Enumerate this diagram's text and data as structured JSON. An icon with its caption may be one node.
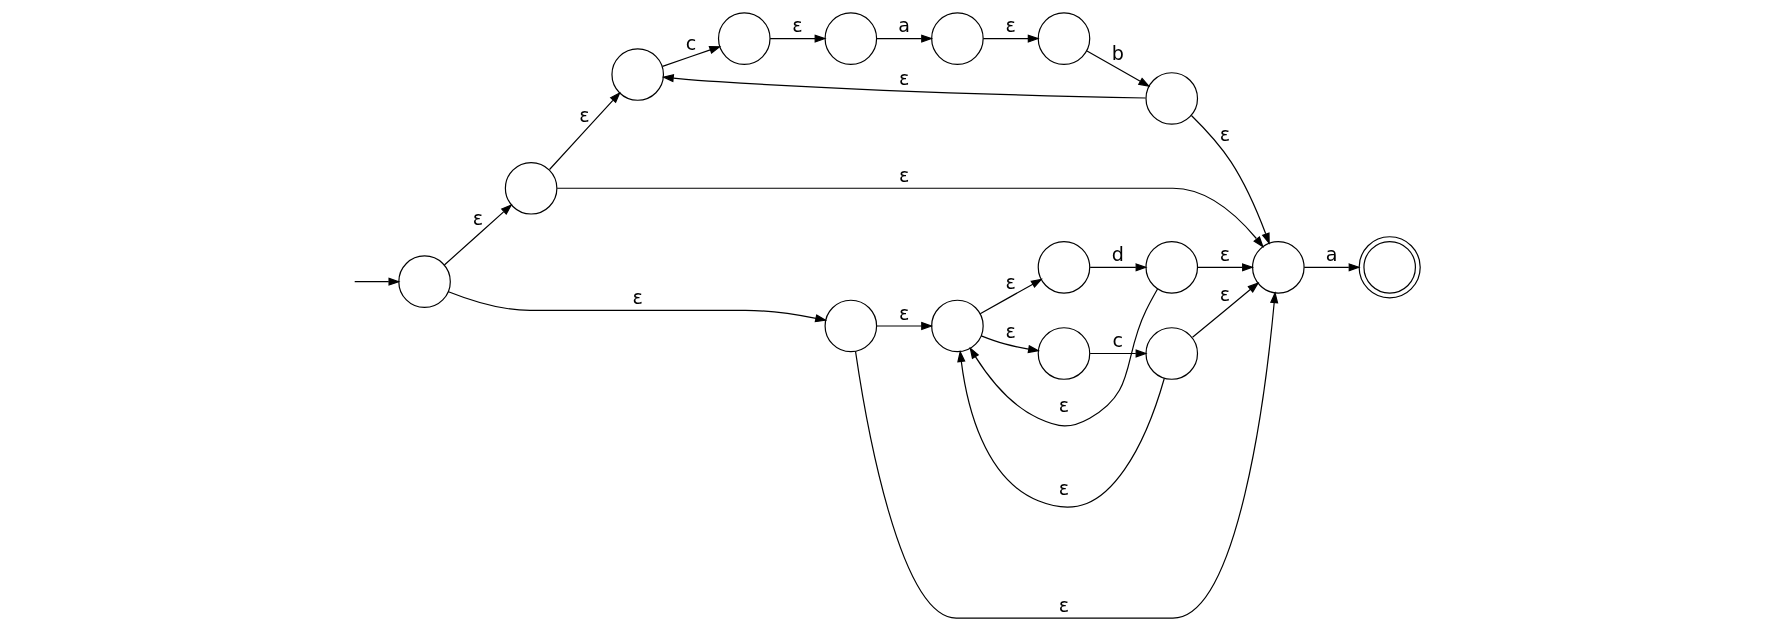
{
  "diagram": {
    "nodes": [
      {
        "text": [],
        "shape": "circle"
      },
      {
        "text": [],
        "shape": "circle"
      },
      {
        "text": [],
        "shape": "circle"
      },
      {
        "text": [],
        "shape": "circle"
      },
      {
        "text": [],
        "shape": "circle"
      },
      {
        "text": [],
        "shape": "circle"
      },
      {
        "text": [],
        "shape": "circle"
      },
      {
        "text": [],
        "shape": "circle"
      },
      {
        "text": [],
        "shape": "circle"
      },
      {
        "text": [],
        "shape": "circle"
      },
      {
        "text": [],
        "shape": "circle"
      },
      {
        "text": [],
        "shape": "circle"
      },
      {
        "text": [],
        "shape": "circle"
      },
      {
        "text": [],
        "shape": "circle"
      },
      {
        "text": [],
        "shape": "circle"
      },
      {
        "text": [],
        "shape": "doublecircle"
      }
    ],
    "edges": [
      {
        "from": null,
        "to": 0,
        "arrow": "to"
      },
      {
        "from": 0,
        "to": 1,
        "arrow": "to",
        "label": "ε"
      },
      {
        "from": 0,
        "to": 8,
        "arrow": "to",
        "label": "ε"
      },
      {
        "from": 1,
        "to": 2,
        "arrow": "to",
        "label": "ε"
      },
      {
        "from": 2,
        "to": 3,
        "arrow": "to",
        "label": "c"
      },
      {
        "from": 3,
        "to": 4,
        "arrow": "to",
        "label": "ε"
      },
      {
        "from": 4,
        "to": 5,
        "arrow": "to",
        "label": "a"
      },
      {
        "from": 5,
        "to": 6,
        "arrow": "to",
        "label": "ε"
      },
      {
        "from": 6,
        "to": 7,
        "arrow": "to",
        "label": "b"
      },
      {
        "from": 7,
        "to": 2,
        "arrow": "to",
        "label": "ε"
      },
      {
        "from": 1,
        "to": 14,
        "arrow": "to",
        "label": "ε"
      },
      {
        "from": 7,
        "to": 14,
        "arrow": "to",
        "label": "ε"
      },
      {
        "from": 8,
        "to": 9,
        "arrow": "to",
        "label": "ε"
      },
      {
        "from": 9,
        "to": 10,
        "arrow": "to",
        "label": "ε"
      },
      {
        "from": 10,
        "to": 11,
        "arrow": "to",
        "label": "d"
      },
      {
        "from": 11,
        "to": 9,
        "arrow": "to",
        "label": "ε"
      },
      {
        "from": 9,
        "to": 12,
        "arrow": "to",
        "label": "ε"
      },
      {
        "from": 12,
        "to": 13,
        "arrow": "to",
        "label": "c"
      },
      {
        "from": 13,
        "to": 9,
        "arrow": "to",
        "label": "ε"
      },
      {
        "from": 11,
        "to": 14,
        "arrow": "to",
        "label": "ε"
      },
      {
        "from": 13,
        "to": 14,
        "arrow": "to",
        "label": "ε"
      },
      {
        "from": 8,
        "to": 14,
        "arrow": "to",
        "label": "ε"
      },
      {
        "from": 14,
        "to": 15,
        "arrow": "to",
        "label": "a"
      }
    ]
  }
}
